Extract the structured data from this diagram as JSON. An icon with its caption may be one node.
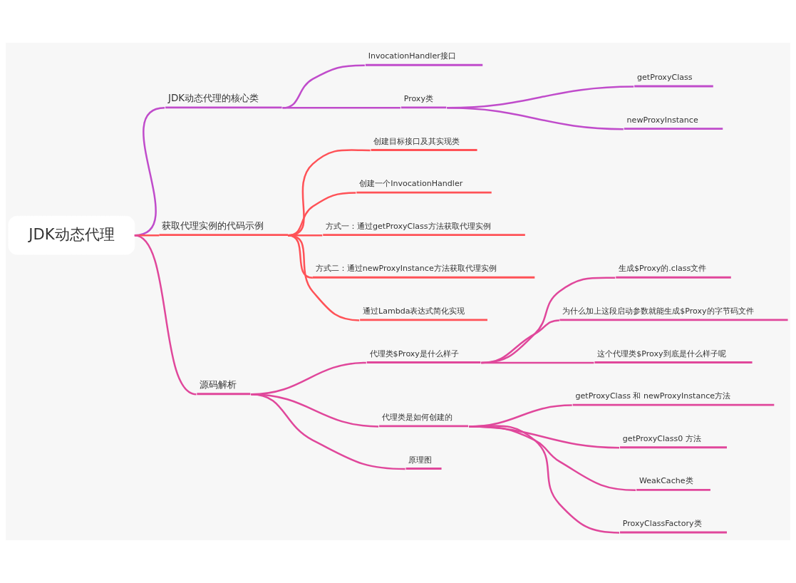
{
  "diagram": {
    "nodes": [
      {
        "text": [
          "JDK动态代理"
        ]
      },
      {
        "text": [
          "JDK动态代理的核心类"
        ]
      },
      {
        "text": [
          "InvocationHandler接口"
        ]
      },
      {
        "text": [
          "Proxy类"
        ]
      },
      {
        "text": [
          "getProxyClass"
        ]
      },
      {
        "text": [
          "newProxyInstance"
        ]
      },
      {
        "text": [
          "获取代理实例的代码示例"
        ]
      },
      {
        "text": [
          "创建目标接口及其实现类"
        ]
      },
      {
        "text": [
          "创建一个InvocationHandler"
        ]
      },
      {
        "text": [
          "方式一：通过getProxyClass方法获取代理实例"
        ]
      },
      {
        "text": [
          "方式二：通过newProxyInstance方法获取代理实例"
        ]
      },
      {
        "text": [
          "通过Lambda表达式简化实现"
        ]
      },
      {
        "text": [
          "源码解析"
        ]
      },
      {
        "text": [
          "代理类$Proxy是什么样子"
        ]
      },
      {
        "text": [
          "生成$Proxy的.class文件"
        ]
      },
      {
        "text": [
          "为什么加上这段启动参数就能生成$Proxy的字节码文件"
        ]
      },
      {
        "text": [
          "这个代理类$Proxy到底是什么样子呢"
        ]
      },
      {
        "text": [
          "代理类是如何创建的"
        ]
      },
      {
        "text": [
          "getProxyClass 和 newProxyInstance方法"
        ]
      },
      {
        "text": [
          "getProxyClass0 方法"
        ]
      },
      {
        "text": [
          "WeakCache类"
        ]
      },
      {
        "text": [
          "ProxyClassFactory类"
        ]
      },
      {
        "text": [
          "原理图"
        ]
      }
    ],
    "edges": [
      {
        "from": 0,
        "to": 1,
        "arrow": "none",
        "color": "#c04ccb"
      },
      {
        "from": 1,
        "to": 2,
        "arrow": "none",
        "color": "#c04ccb"
      },
      {
        "from": 1,
        "to": 3,
        "arrow": "none",
        "color": "#c04ccb"
      },
      {
        "from": 3,
        "to": 4,
        "arrow": "none",
        "color": "#c04ccb"
      },
      {
        "from": 3,
        "to": 5,
        "arrow": "none",
        "color": "#c04ccb"
      },
      {
        "from": 0,
        "to": 6,
        "arrow": "none",
        "color": "#ff5257"
      },
      {
        "from": 6,
        "to": 7,
        "arrow": "none",
        "color": "#ff5257"
      },
      {
        "from": 6,
        "to": 8,
        "arrow": "none",
        "color": "#ff5257"
      },
      {
        "from": 6,
        "to": 9,
        "arrow": "none",
        "color": "#ff5257"
      },
      {
        "from": 6,
        "to": 10,
        "arrow": "none",
        "color": "#ff5257"
      },
      {
        "from": 6,
        "to": 11,
        "arrow": "none",
        "color": "#ff5257"
      },
      {
        "from": 0,
        "to": 12,
        "arrow": "none"
      },
      {
        "from": 12,
        "to": 13,
        "arrow": "none"
      },
      {
        "from": 13,
        "to": 14,
        "arrow": "none"
      },
      {
        "from": 13,
        "to": 15,
        "arrow": "none"
      },
      {
        "from": 13,
        "to": 16,
        "arrow": "none"
      },
      {
        "from": 12,
        "to": 17,
        "arrow": "none"
      },
      {
        "from": 17,
        "to": 18,
        "arrow": "none"
      },
      {
        "from": 17,
        "to": 19,
        "arrow": "none"
      },
      {
        "from": 17,
        "to": 20,
        "arrow": "none"
      },
      {
        "from": 17,
        "to": 21,
        "arrow": "none"
      },
      {
        "from": 12,
        "to": 22,
        "arrow": "none"
      }
    ]
  }
}
